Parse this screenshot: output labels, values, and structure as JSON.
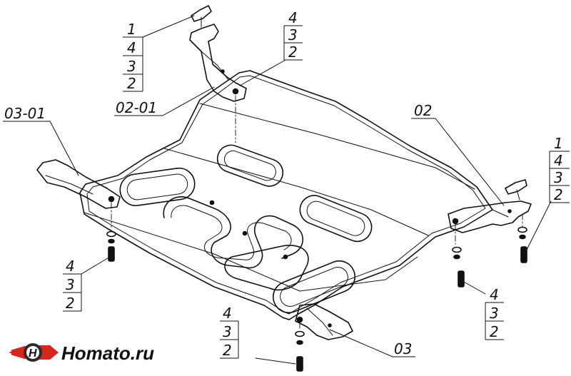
{
  "labels": {
    "left_bracket": "03-01",
    "top_bracket": "02-01",
    "right_bracket": "02",
    "bottom_bracket": "03",
    "top_left_stack": [
      "1",
      "4",
      "3",
      "2"
    ],
    "top_center_stack": [
      "4",
      "3",
      "2"
    ],
    "right_stack": [
      "1",
      "4",
      "3",
      "2"
    ],
    "left_bolt_stack": [
      "4",
      "3",
      "2"
    ],
    "bottom_center_stack": [
      "4",
      "3",
      "2"
    ],
    "right_bolt_stack": [
      "4",
      "3",
      "2"
    ]
  },
  "logo": {
    "text": "Homato.ru"
  },
  "colors": {
    "line": "#111111",
    "logo_red": "#d7261e",
    "logo_dark": "#2a2a2a"
  }
}
